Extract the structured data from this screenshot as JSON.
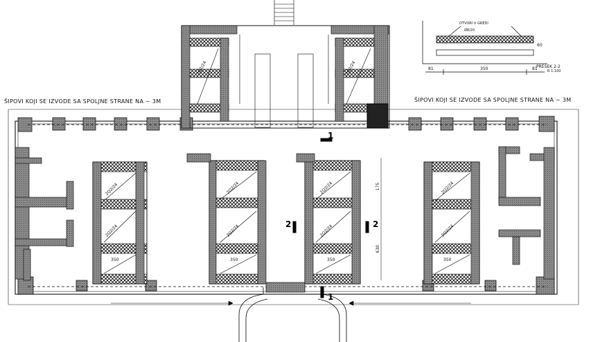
{
  "notes": {
    "left": "ŠIPOVI KOJI SE IZVODE SA SPOLJNE STRANE NA ~ 3M",
    "right": "ŠIPOVI KOJI SE IZVODE SA SPOLJNE STRANE NA ~ 3M"
  },
  "section": {
    "title": "PRESEK 2-2",
    "scale": "R 1:100",
    "opening": "OTVORI U GREDI",
    "diameter": "Ø8/20",
    "dims": [
      "81",
      "350",
      "81",
      "60"
    ]
  },
  "section_marks": {
    "one": "1",
    "two": "2"
  },
  "room_dims": {
    "bay_width": "350",
    "depth": "630",
    "small": "175"
  },
  "pile_labels": [
    "2Q2/24",
    "2Q2/24",
    "2Q2/24",
    "2Q2/24",
    "2Q2/24",
    "2Q2/24",
    "2Q2/24",
    "2Q2/24",
    "2Q2/24",
    "2Q2/24"
  ]
}
